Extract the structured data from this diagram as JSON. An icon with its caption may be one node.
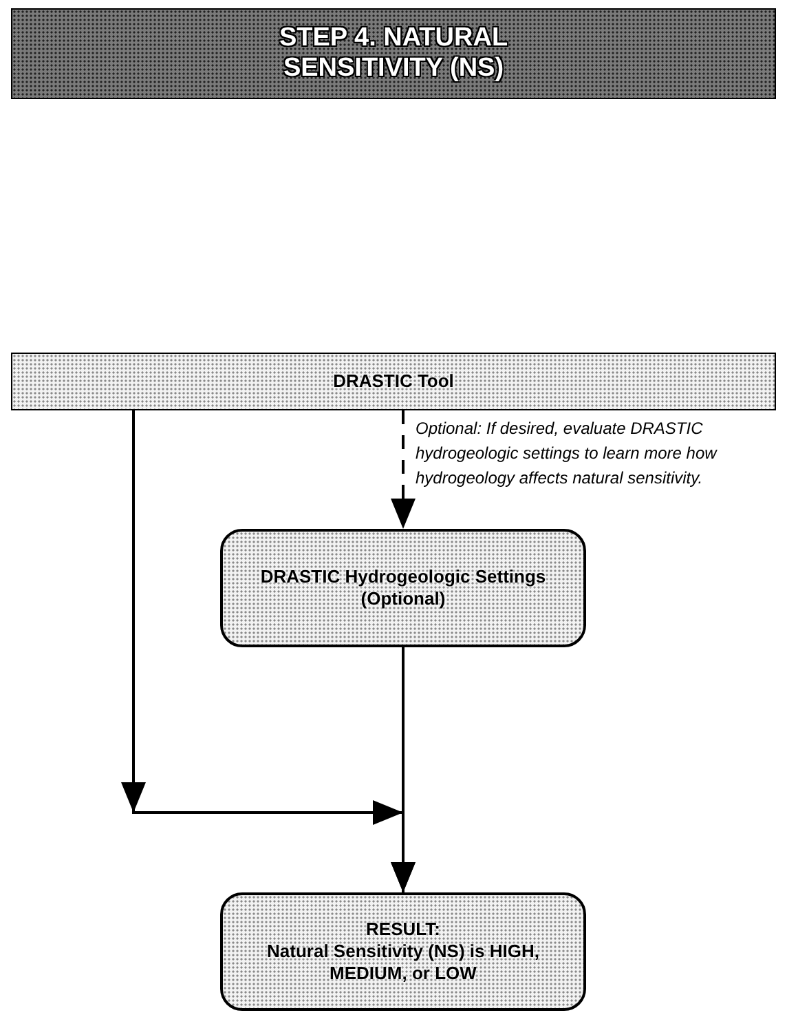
{
  "diagram": {
    "title": "STEP 4. NATURAL SENSITIVITY (NS)",
    "nodes": [
      {
        "text": [
          "DRASTIC Tool"
        ]
      },
      {
        "text": [
          "DRASTIC Hydrogeologic Settings (Optional)"
        ]
      },
      {
        "text": [
          "RESULT:",
          "Natural Sensitivity (NS) is HIGH, MEDIUM, or LOW"
        ]
      }
    ],
    "edges": [
      {
        "from": 0,
        "to": 1,
        "arrow": "to",
        "style": "dashed",
        "label": "Optional:  If desired, evaluate DRASTIC hydrogeologic settings to learn more how hydrogeology affects natural sensitivity."
      },
      {
        "from": 0,
        "to": 2,
        "arrow": "to"
      },
      {
        "from": 1,
        "to": 2,
        "arrow": "to"
      }
    ]
  }
}
